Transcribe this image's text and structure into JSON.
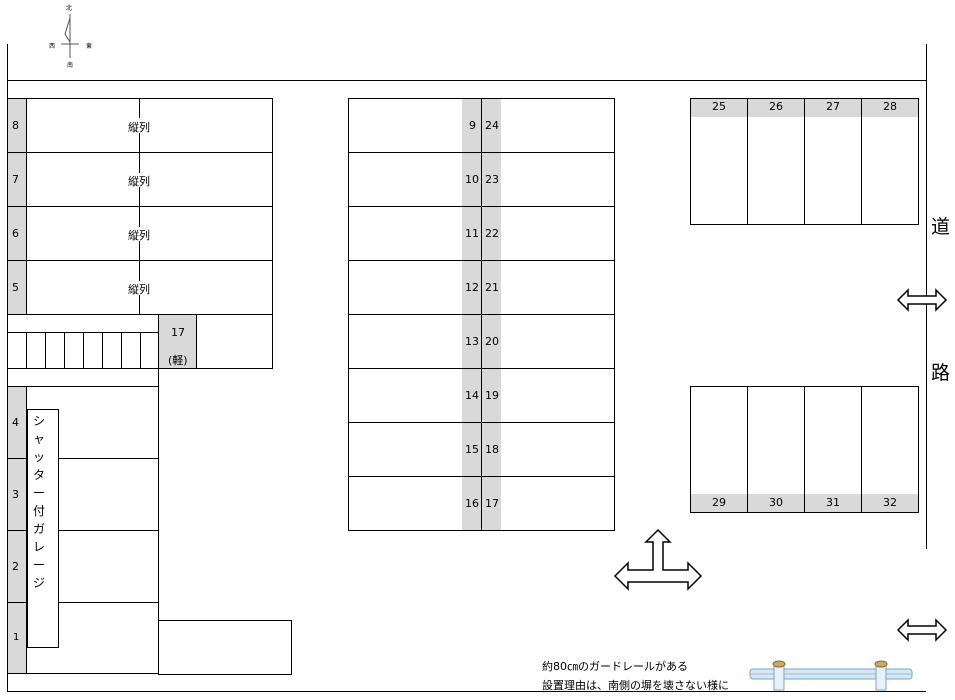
{
  "compass": {
    "north": "北",
    "south": "南",
    "west": "西",
    "east": "東"
  },
  "left_rows": [
    {
      "number": "8",
      "note": "縦列"
    },
    {
      "number": "7",
      "note": "縦列"
    },
    {
      "number": "6",
      "note": "縦列"
    },
    {
      "number": "5",
      "note": "縦列"
    }
  ],
  "small_car": {
    "number": "17",
    "type": "(軽)"
  },
  "garage": {
    "label": "シャッター付ガレージ",
    "numbers": [
      "4",
      "3",
      "2",
      "1"
    ]
  },
  "center_pairs": [
    {
      "left": "9",
      "right": "24"
    },
    {
      "left": "10",
      "right": "23"
    },
    {
      "left": "11",
      "right": "22"
    },
    {
      "left": "12",
      "right": "21"
    },
    {
      "left": "13",
      "right": "20"
    },
    {
      "left": "14",
      "right": "19"
    },
    {
      "left": "15",
      "right": "18"
    },
    {
      "left": "16",
      "right": "17"
    }
  ],
  "top_right_spaces": [
    "25",
    "26",
    "27",
    "28"
  ],
  "bottom_right_spaces": [
    "29",
    "30",
    "31",
    "32"
  ],
  "road": {
    "char1": "道",
    "char2": "路"
  },
  "guardrail_note": {
    "line1": "約80㎝のガードレールがある",
    "line2": "設置理由は、南側の塀を壊さない様に"
  }
}
